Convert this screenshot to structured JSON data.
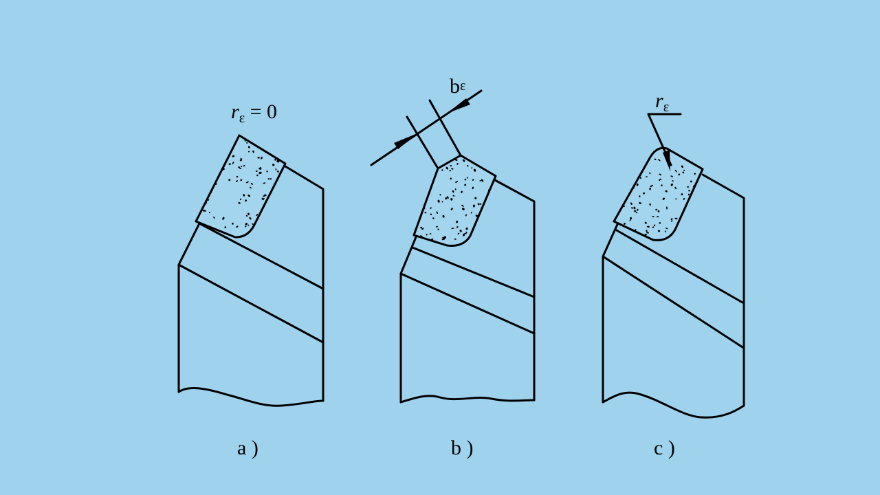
{
  "diagram": {
    "background": "#9fd2ec",
    "line_color": "#000000",
    "figures": [
      {
        "id": "a",
        "caption": "a )",
        "annotation": {
          "symbol": "r",
          "subscript": "ε",
          "suffix": " = 0"
        }
      },
      {
        "id": "b",
        "caption": "b )",
        "annotation": {
          "symbol": "b",
          "subscript": "ε"
        }
      },
      {
        "id": "c",
        "caption": "c )",
        "annotation": {
          "symbol": "r",
          "subscript": "ε"
        }
      }
    ]
  }
}
